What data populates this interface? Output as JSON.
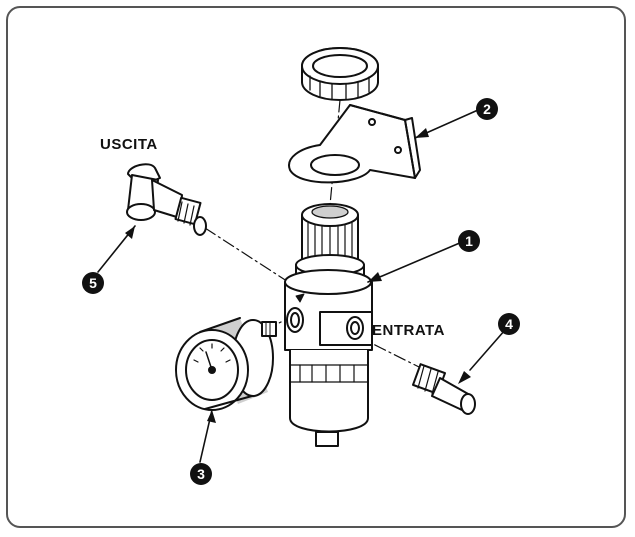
{
  "labels": {
    "outlet": "USCITA",
    "inlet": "ENTRATA"
  },
  "callouts": {
    "c1": "1",
    "c2": "2",
    "c3": "3",
    "c4": "4",
    "c5": "5"
  },
  "colors": {
    "line": "#111111",
    "frame": "#555555",
    "part_fill": "#ffffff",
    "shade": "#cfcfcf"
  }
}
